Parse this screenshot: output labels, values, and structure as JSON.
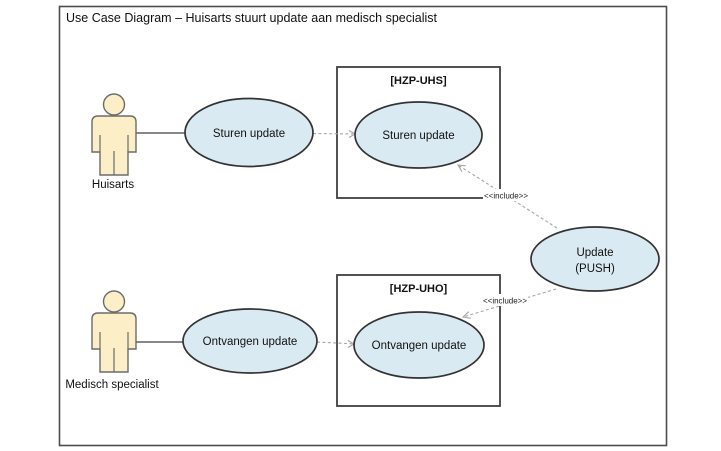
{
  "diagram": {
    "title": "Use Case Diagram – Huisarts stuurt update aan medisch specialist",
    "type": "uml-use-case"
  },
  "actors": [
    {
      "label": "Huisarts"
    },
    {
      "label": "Medisch specialist"
    }
  ],
  "use_cases": [
    {
      "label": "Sturen update"
    },
    {
      "label": "Sturen update"
    },
    {
      "label": "Ontvangen update"
    },
    {
      "label": "Ontvangen update"
    },
    {
      "label_line1": "Update",
      "label_line2": "(PUSH)"
    }
  ],
  "systems": [
    {
      "label": "[HZP-UHS]"
    },
    {
      "label": "[HZP-UHO]"
    }
  ],
  "relations": {
    "includes": [
      {
        "label": "<<include>>"
      },
      {
        "label": "<<include>>"
      }
    ]
  },
  "colors": {
    "use_case_fill": "#DAEAF2",
    "actor_fill": "#FCEFC7",
    "outline": "#333333",
    "dashed_line": "#A6A6A6",
    "frame_border": "#4D4D4D"
  }
}
